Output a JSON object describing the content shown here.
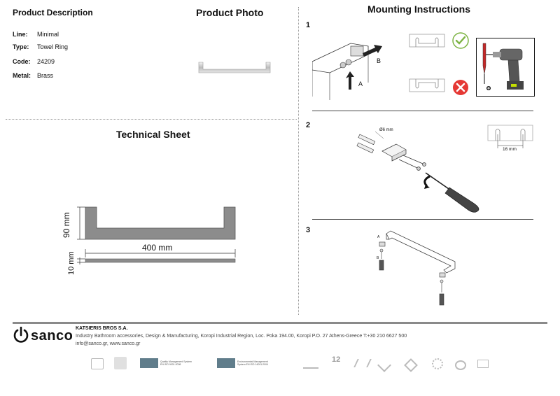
{
  "product_description": {
    "title": "Product Description",
    "rows": [
      {
        "label": "Line:",
        "value": "Minimal"
      },
      {
        "label": "Type:",
        "value": "Towel Ring"
      },
      {
        "label": "Code:",
        "value": "24209"
      },
      {
        "label": "Metal:",
        "value": "Brass"
      }
    ]
  },
  "product_photo": {
    "title": "Product Photo"
  },
  "technical_sheet": {
    "title": "Technical Sheet",
    "dim_height": "90 mm",
    "dim_width": "400 mm",
    "dim_thickness": "10 mm"
  },
  "mounting": {
    "title": "Mounting Instructions",
    "step1": "1",
    "step2": "2",
    "step3": "3",
    "label_a": "A",
    "label_b": "B",
    "diameter": "Ø6 mm",
    "spacing": "16 mm",
    "label_a_small": "A",
    "label_b_small": "B"
  },
  "footer": {
    "logo_text": "sanco",
    "company": "KATSIERIS BROS S.A.",
    "line1": "Industry Bathroom accessories, Design & Manufacturing, Koropi Industrial Region, Loc. Poka 194.00, Koropi P.O. 27 Athens-Greece   T:+30 210 6627 500",
    "line2": "info@sanco.gr, www.sanco.gr",
    "cert1": "Quality Management System EN ISO 9001:2008",
    "cert2": "Environmental Management System EN ISO 14001:2004",
    "badge_years": "12"
  }
}
